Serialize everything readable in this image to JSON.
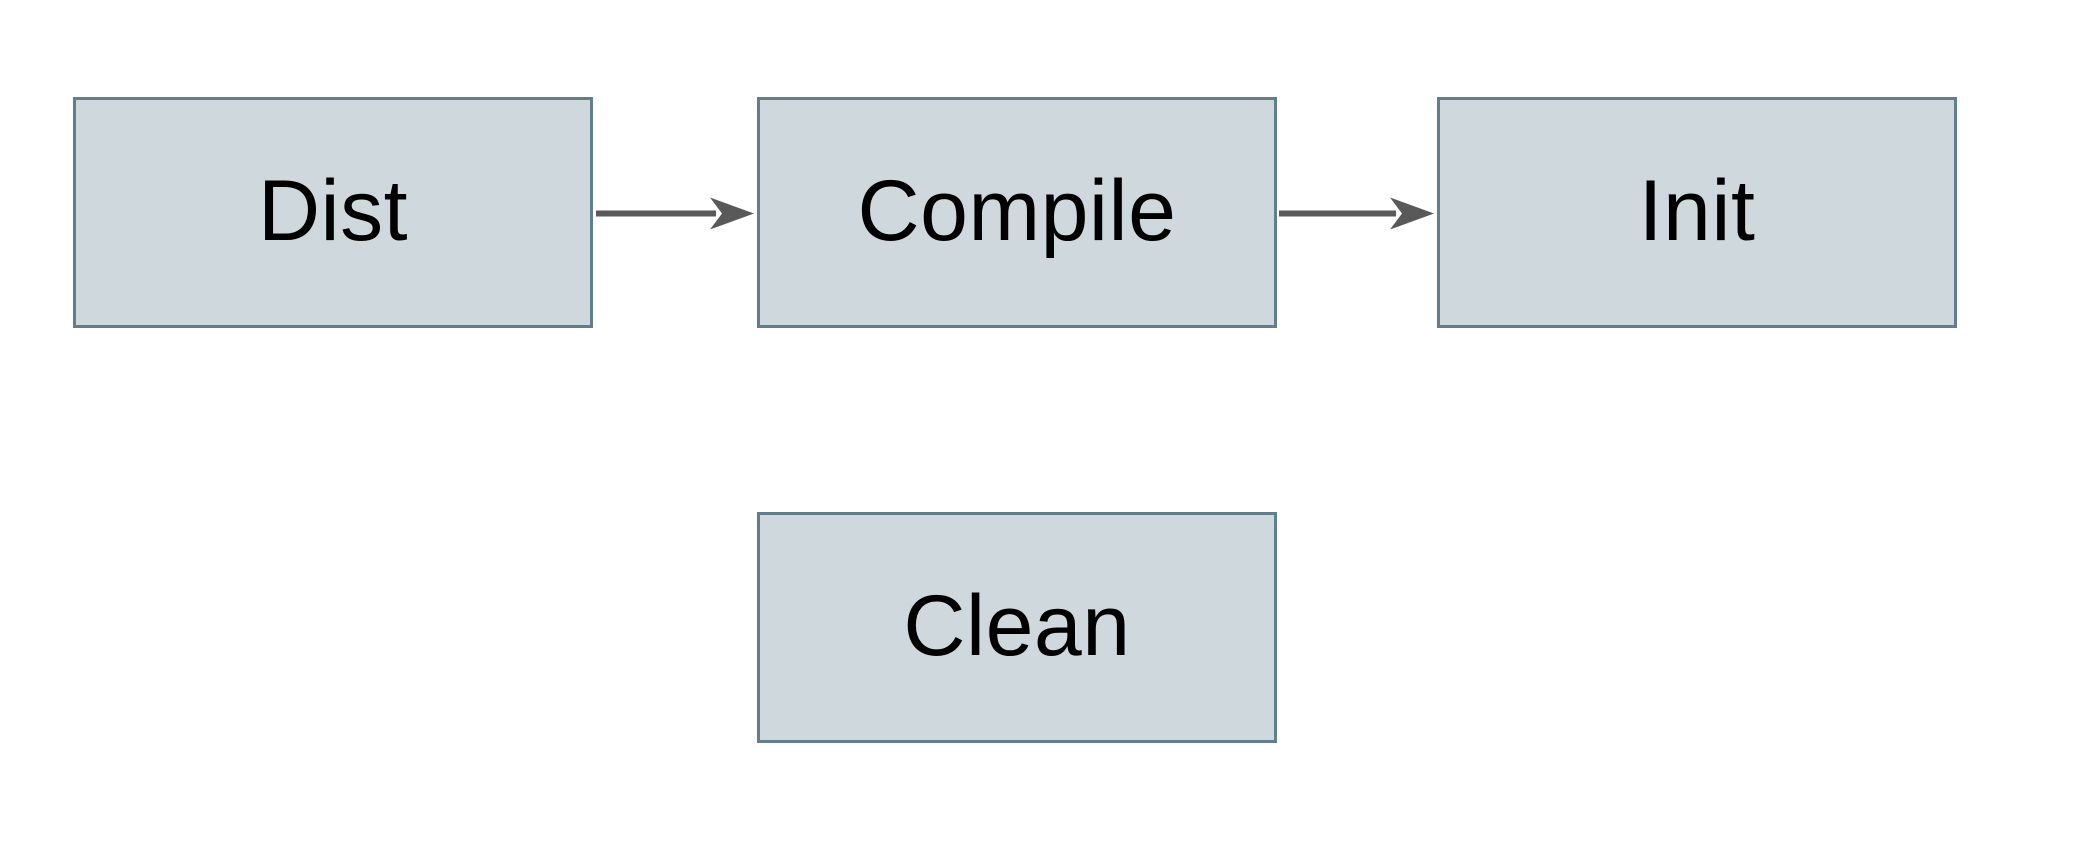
{
  "diagram": {
    "nodes": [
      {
        "id": "dist",
        "label": "Dist"
      },
      {
        "id": "compile",
        "label": "Compile"
      },
      {
        "id": "init",
        "label": "Init"
      },
      {
        "id": "clean",
        "label": "Clean"
      }
    ],
    "edges": [
      {
        "from": "dist",
        "to": "compile"
      },
      {
        "from": "compile",
        "to": "init"
      }
    ],
    "colors": {
      "background": "#ffffff",
      "node_fill": "#cfd8dc",
      "node_border": "#627e8c",
      "arrow": "#595959",
      "text": "#000000"
    }
  }
}
